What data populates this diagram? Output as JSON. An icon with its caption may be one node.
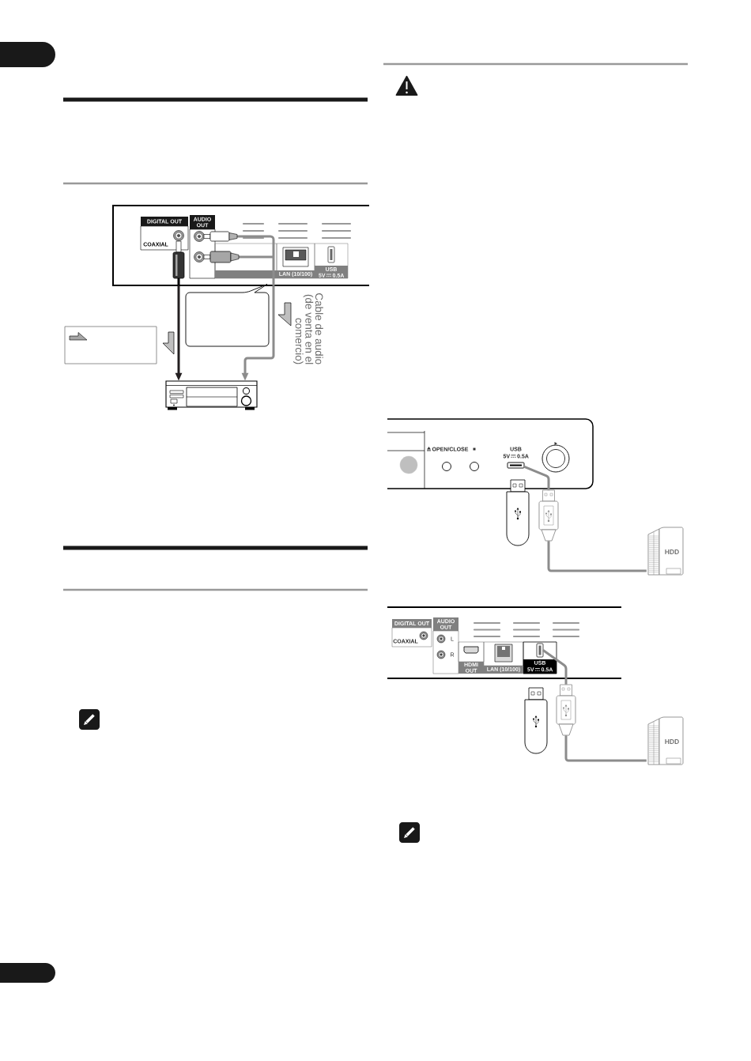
{
  "diagram": {
    "nodes": [
      {
        "text": [],
        "shape": "picture"
      },
      {
        "text": [],
        "shape": "picture"
      },
      {
        "text": [],
        "shape": "box"
      },
      {
        "text": [],
        "shape": "box"
      },
      {
        "text": [],
        "shape": "picture"
      },
      {
        "text": [],
        "shape": "picture"
      },
      {
        "text": [
          "HDD"
        ]
      },
      {
        "text": [],
        "shape": "picture"
      },
      {
        "text": [],
        "shape": "picture"
      },
      {
        "text": [
          "HDD"
        ]
      }
    ],
    "edges": [
      {
        "from": 0,
        "to": 1,
        "arrow": "to",
        "color": "#231f20"
      },
      {
        "from": 0,
        "to": 1,
        "arrow": "to",
        "label": "Cable de audio (de venta en el comercio)"
      },
      {
        "from": 4,
        "to": 5,
        "arrow": "none"
      },
      {
        "from": 5,
        "to": 6,
        "arrow": "none"
      },
      {
        "from": 7,
        "to": 8,
        "arrow": "none"
      },
      {
        "from": 8,
        "to": 9,
        "arrow": "none"
      }
    ],
    "labels": [
      "DIGITAL OUT",
      "AUDIO OUT",
      "COAXIAL",
      "LAN (10/100)",
      "USB",
      "5V",
      "0.5A",
      "OPEN/CLOSE",
      "USB",
      "5V",
      "0.5A",
      "DIGITAL OUT",
      "AUDIO OUT",
      "L",
      "COAXIAL",
      "R",
      "HDMI OUT",
      "LAN (10/100)",
      "USB",
      "5V",
      "0.5A"
    ]
  }
}
